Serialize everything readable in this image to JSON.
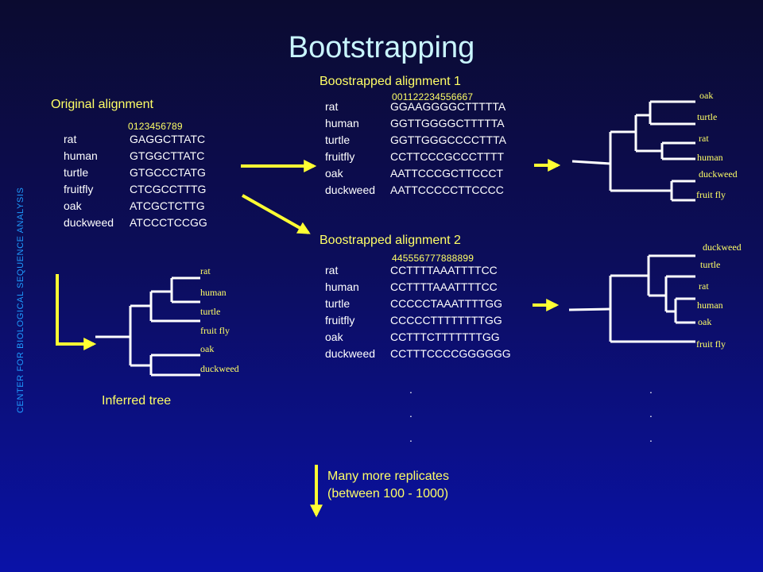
{
  "title": "Bootstrapping",
  "side_label": "CENTER FOR BIOLOGICAL SEQUENCE ANALYSIS",
  "original": {
    "heading": "Original alignment",
    "columns": "0123456789",
    "rows": [
      {
        "name": "rat",
        "seq": "GAGGCTTATC"
      },
      {
        "name": "human",
        "seq": "GTGGCTTATC"
      },
      {
        "name": "turtle",
        "seq": "GTGCCCTATG"
      },
      {
        "name": "fruitfly",
        "seq": "CTCGCCTTTG"
      },
      {
        "name": "oak",
        "seq": "ATCGCTCTTG"
      },
      {
        "name": "duckweed",
        "seq": "ATCCCTCCGG"
      }
    ]
  },
  "boot1": {
    "heading": "Boostrapped alignment 1",
    "columns": "001122234556667",
    "rows": [
      {
        "name": "rat",
        "seq": "GGAAGGGGCTTTTTA"
      },
      {
        "name": "human",
        "seq": "GGTTGGGGCTTTTTA"
      },
      {
        "name": "turtle",
        "seq": "GGTTGGGCCCCTTTA"
      },
      {
        "name": "fruitfly",
        "seq": "CCTTCCCGCCCTTTT"
      },
      {
        "name": "oak",
        "seq": "AATTCCCGCTTCCCT"
      },
      {
        "name": "duckweed",
        "seq": "AATTCCCCCTTCCCC"
      }
    ]
  },
  "boot2": {
    "heading": "Boostrapped alignment 2",
    "columns": "445556777888899",
    "rows": [
      {
        "name": "rat",
        "seq": "CCTTTTAAATTTTCC"
      },
      {
        "name": "human",
        "seq": "CCTTTTAAATTTTCC"
      },
      {
        "name": "turtle",
        "seq": "CCCCCTAAATTTTGG"
      },
      {
        "name": "fruitfly",
        "seq": "CCCCCTTTTTTTTGG"
      },
      {
        "name": "oak",
        "seq": "CCTTTCTTTTTTTGG"
      },
      {
        "name": "duckweed",
        "seq": "CCTTTCCCCGGGGGG"
      }
    ]
  },
  "inferred_tree": {
    "label": "Inferred tree",
    "leaves": [
      "rat",
      "human",
      "turtle",
      "fruit fly",
      "oak",
      "duckweed"
    ]
  },
  "tree1": {
    "leaves": [
      "oak",
      "turtle",
      "rat",
      "human",
      "duckweed",
      "fruit fly"
    ]
  },
  "tree2": {
    "leaves": [
      "duckweed",
      "turtle",
      "rat",
      "human",
      "oak",
      "fruit fly"
    ]
  },
  "dots": ".",
  "note": {
    "line1": "Many more replicates",
    "line2": "(between 100 - 1000)"
  },
  "colors": {
    "title": "#c9f6ff",
    "accent": "#ffff66",
    "side_label": "#1e9bff",
    "background_bottom": "#0a12a8"
  }
}
